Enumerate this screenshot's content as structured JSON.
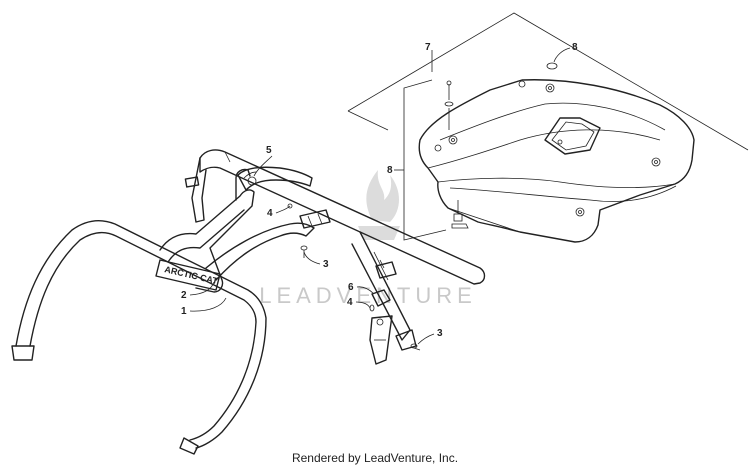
{
  "watermark": {
    "text": "LEADVENTURE"
  },
  "bar_logo": "ARCTIC CAT",
  "callouts": [
    "1",
    "2",
    "3",
    "3",
    "4",
    "4",
    "5",
    "6",
    "7",
    "8",
    "8"
  ],
  "footer": "Rendered by LeadVenture, Inc."
}
